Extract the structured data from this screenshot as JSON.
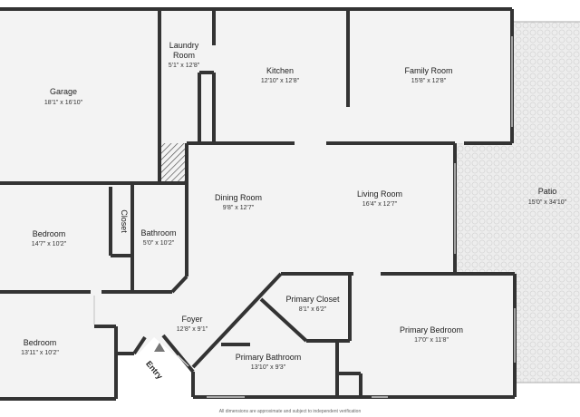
{
  "rooms": {
    "garage": {
      "name": "Garage",
      "dim": "18'1\" x 16'10\""
    },
    "laundry": {
      "name_line1": "Laundry",
      "name_line2": "Room",
      "dim": "5'1\" x 12'8\""
    },
    "kitchen": {
      "name": "Kitchen",
      "dim": "12'10\" x 12'8\""
    },
    "family": {
      "name": "Family Room",
      "dim": "15'8\" x 12'8\""
    },
    "patio": {
      "name": "Patio",
      "dim": "15'0\" x 34'10\""
    },
    "dining": {
      "name": "Dining Room",
      "dim": "9'8\" x 12'7\""
    },
    "living": {
      "name": "Living Room",
      "dim": "16'4\" x 12'7\""
    },
    "bedroom1": {
      "name": "Bedroom",
      "dim": "14'7\" x 10'2\""
    },
    "closet": {
      "name": "Closet"
    },
    "bathroom": {
      "name": "Bathroom",
      "dim": "5'0\" x 10'2\""
    },
    "foyer": {
      "name": "Foyer",
      "dim": "12'8\" x 9'1\""
    },
    "primary_closet": {
      "name": "Primary Closet",
      "dim": "8'1\" x 6'2\""
    },
    "primary_bed": {
      "name": "Primary Bedroom",
      "dim": "17'0\" x 11'8\""
    },
    "primary_bath": {
      "name": "Primary Bathroom",
      "dim": "13'10\" x 9'3\""
    },
    "bedroom2": {
      "name": "Bedroom",
      "dim": "13'11\" x 10'2\""
    }
  },
  "entry_label": "Entry",
  "disclaimer": "All dimensions are approximate and subject to independent verification",
  "colors": {
    "wall": "#333333",
    "floor": "#f3f3f3",
    "patio": "#e9e9e9"
  }
}
